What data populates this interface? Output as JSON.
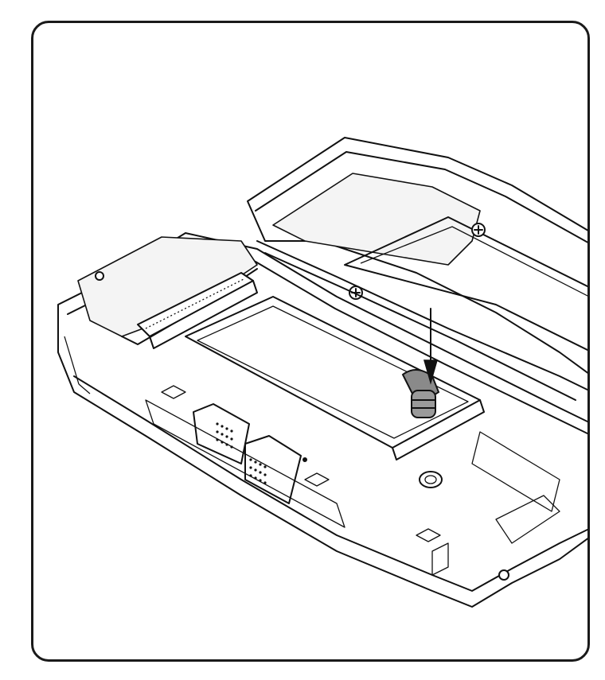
{
  "diagram": {
    "border_color": "#1a1a1a",
    "line_color": "#111111",
    "screw_fill": "#8a8a8a",
    "parts": [
      "bottom-housing",
      "hinged-top-cover",
      "m2-ssd-module",
      "ssd-retaining-screw",
      "ssd-connector-slot",
      "ribbon-connectors",
      "standoff-hole"
    ],
    "arrow": {
      "direction": "down",
      "target": "ssd-retaining-screw"
    }
  }
}
